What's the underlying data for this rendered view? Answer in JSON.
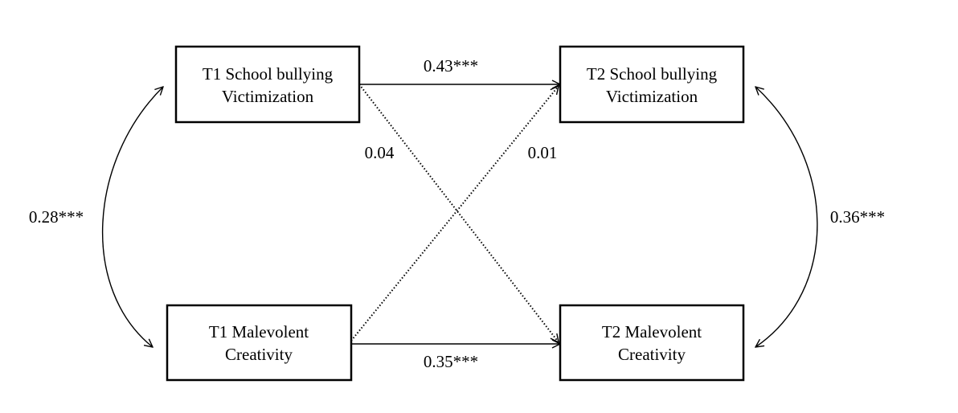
{
  "nodes": {
    "t1_sbv": {
      "line1": "T1 School bullying",
      "line2": "Victimization"
    },
    "t2_sbv": {
      "line1": "T2 School bullying",
      "line2": "Victimization"
    },
    "t1_mc": {
      "line1": "T1 Malevolent",
      "line2": "Creativity"
    },
    "t2_mc": {
      "line1": "T2 Malevolent",
      "line2": "Creativity"
    }
  },
  "paths": {
    "sbv_stability": "0.43***",
    "mc_stability": "0.35***",
    "sbv_to_mc": "0.04",
    "mc_to_sbv": "0.01",
    "t1_correlation": "0.28***",
    "t2_correlation": "0.36***"
  }
}
